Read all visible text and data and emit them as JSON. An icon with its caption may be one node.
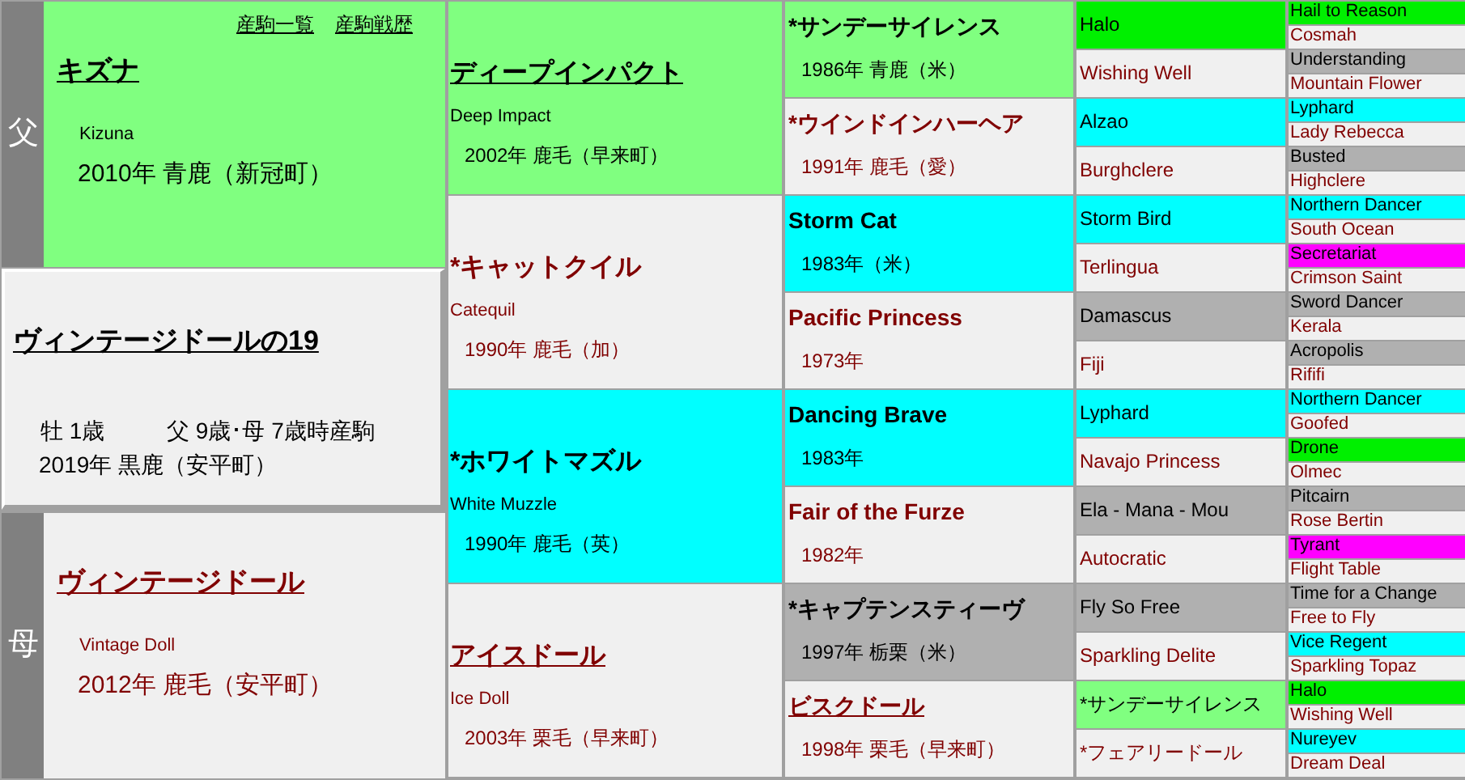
{
  "diagram": {
    "nodes": [
      {
        "text": [
          "父"
        ]
      },
      {
        "text": [
          "キズナ",
          "Kizuna",
          "2010年 青鹿（新冠町）"
        ]
      },
      {
        "text": [
          "ヴィンテージドールの19",
          "牡 1歳",
          "父 9歳･母 7歳時産駒",
          "2019年 黒鹿（安平町）"
        ]
      },
      {
        "text": [
          "母"
        ]
      },
      {
        "text": [
          "ヴィンテージドール",
          "Vintage Doll",
          "2012年 鹿毛（安平町）"
        ]
      },
      {
        "text": [
          "ディープインパクト",
          "Deep Impact",
          "2002年 鹿毛（早来町）"
        ]
      },
      {
        "text": [
          "*キャットクイル",
          "Catequil",
          "1990年 鹿毛（加）"
        ]
      },
      {
        "text": [
          "*ホワイトマズル",
          "White Muzzle",
          "1990年 鹿毛（英）"
        ]
      },
      {
        "text": [
          "アイスドール",
          "Ice Doll",
          "2003年 栗毛（早来町）"
        ]
      },
      {
        "text": [
          "*サンデーサイレンス",
          "1986年 青鹿（米）"
        ]
      },
      {
        "text": [
          "*ウインドインハーヘア",
          "1991年 鹿毛（愛）"
        ]
      },
      {
        "text": [
          "Storm Cat",
          "1983年（米）"
        ]
      },
      {
        "text": [
          "Pacific Princess",
          "1973年"
        ]
      },
      {
        "text": [
          "Dancing Brave",
          "1983年"
        ]
      },
      {
        "text": [
          "Fair of the Furze",
          "1982年"
        ]
      },
      {
        "text": [
          "*キャプテンスティーヴ",
          "1997年 栃栗（米）"
        ]
      },
      {
        "text": [
          "ビスクドール",
          "1998年 栗毛（早来町）"
        ]
      },
      {
        "text": [
          "Halo"
        ]
      },
      {
        "text": [
          "Wishing Well"
        ]
      },
      {
        "text": [
          "Alzao"
        ]
      },
      {
        "text": [
          "Burghclere"
        ]
      },
      {
        "text": [
          "Storm Bird"
        ]
      },
      {
        "text": [
          "Terlingua"
        ]
      },
      {
        "text": [
          "Damascus"
        ]
      },
      {
        "text": [
          "Fiji"
        ]
      },
      {
        "text": [
          "Lyphard"
        ]
      },
      {
        "text": [
          "Navajo Princess"
        ]
      },
      {
        "text": [
          "Ela - Mana - Mou"
        ]
      },
      {
        "text": [
          "Autocratic"
        ]
      },
      {
        "text": [
          "Fly So Free"
        ]
      },
      {
        "text": [
          "Sparkling Delite"
        ]
      },
      {
        "text": [
          "*サンデーサイレンス"
        ]
      },
      {
        "text": [
          "*フェアリードール"
        ]
      },
      {
        "text": [
          "Hail to Reason"
        ]
      },
      {
        "text": [
          "Cosmah"
        ]
      },
      {
        "text": [
          "Understanding"
        ]
      },
      {
        "text": [
          "Mountain Flower"
        ]
      },
      {
        "text": [
          "Lyphard"
        ]
      },
      {
        "text": [
          "Lady Rebecca"
        ]
      },
      {
        "text": [
          "Busted"
        ]
      },
      {
        "text": [
          "Highclere"
        ]
      },
      {
        "text": [
          "Northern Dancer"
        ]
      },
      {
        "text": [
          "South Ocean"
        ]
      },
      {
        "text": [
          "Secretariat"
        ]
      },
      {
        "text": [
          "Crimson Saint"
        ]
      },
      {
        "text": [
          "Sword Dancer"
        ]
      },
      {
        "text": [
          "Kerala"
        ]
      },
      {
        "text": [
          "Acropolis"
        ]
      },
      {
        "text": [
          "Rififi"
        ]
      },
      {
        "text": [
          "Northern Dancer"
        ]
      },
      {
        "text": [
          "Goofed"
        ]
      },
      {
        "text": [
          "Drone"
        ]
      },
      {
        "text": [
          "Olmec"
        ]
      },
      {
        "text": [
          "Pitcairn"
        ]
      },
      {
        "text": [
          "Rose Bertin"
        ]
      },
      {
        "text": [
          "Tyrant"
        ]
      },
      {
        "text": [
          "Flight Table"
        ]
      },
      {
        "text": [
          "Time for a Change"
        ]
      },
      {
        "text": [
          "Free to Fly"
        ]
      },
      {
        "text": [
          "Vice Regent"
        ]
      },
      {
        "text": [
          "Sparkling Topaz"
        ]
      },
      {
        "text": [
          "Halo"
        ]
      },
      {
        "text": [
          "Wishing Well"
        ]
      },
      {
        "text": [
          "Nureyev"
        ]
      },
      {
        "text": [
          "Dream Deal"
        ]
      }
    ],
    "labels": [
      "産駒一覧",
      "産駒戦歴"
    ]
  }
}
